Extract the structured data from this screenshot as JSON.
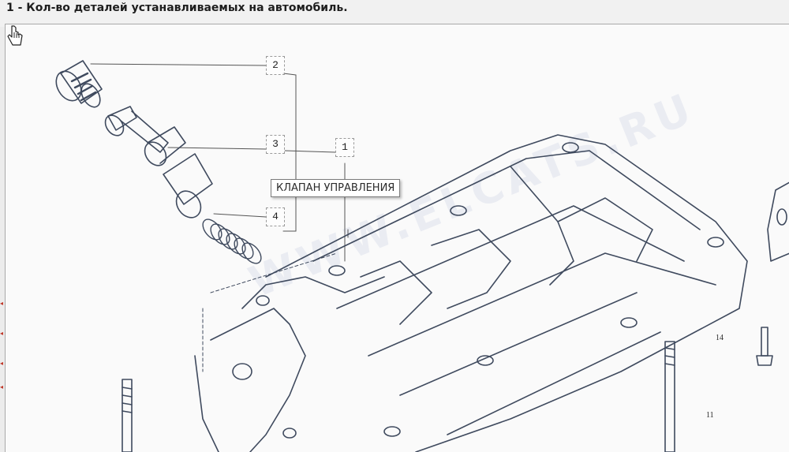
{
  "header": {
    "title": "1 - Кол-во деталей устанавливаемых на автомобиль."
  },
  "diagram": {
    "callouts": [
      {
        "id": "2",
        "label": "2"
      },
      {
        "id": "3",
        "label": "3"
      },
      {
        "id": "1",
        "label": "1"
      },
      {
        "id": "4",
        "label": "4"
      }
    ],
    "plain_numbers": [
      {
        "id": "14",
        "label": "14"
      },
      {
        "id": "11",
        "label": "11"
      }
    ],
    "tooltip": "КЛАПАН УПРАВЛЕНИЯ",
    "watermark": "WWW.ELCATS.RU"
  },
  "colors": {
    "line": "#3f4a5e",
    "leader": "#555555",
    "tooltip_border": "#7b7b7b"
  }
}
